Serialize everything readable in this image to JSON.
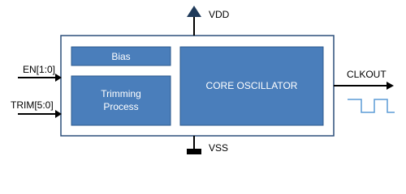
{
  "blocks": {
    "bias": "Bias",
    "trimming_line1": "Trimming",
    "trimming_line2": "Process",
    "core": "CORE OSCILLATOR"
  },
  "pins": {
    "vdd": "VDD",
    "vss": "VSS",
    "en": "EN[1:0]",
    "trim": "TRIM[5:0]",
    "clkout": "CLKOUT"
  },
  "colors": {
    "block_fill": "#4a7ebb",
    "block_stroke": "#2c5a8c",
    "outer_stroke": "#2c4f7a",
    "clk_wave": "#5b9bd5",
    "wire": "#000000"
  }
}
